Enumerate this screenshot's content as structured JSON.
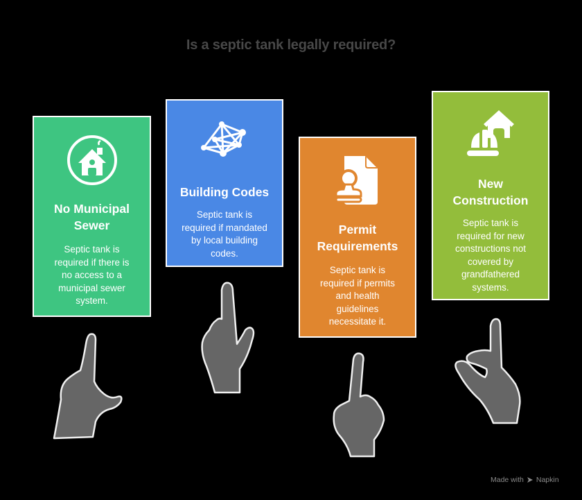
{
  "title": "Is a septic tank legally required?",
  "colors": {
    "background": "#000000",
    "title": "#484848",
    "card_border": "#ffffff",
    "hand_fill": "#666666",
    "hand_outline": "#f0f0f0"
  },
  "cards": [
    {
      "heading_line1": "No Municipal",
      "heading_line2": "Sewer",
      "desc_lines": [
        "Septic tank is",
        "required if there is",
        "no access to a",
        "municipal sewer",
        "system."
      ],
      "icon": "house-in-circle-icon",
      "color": "#3ec581"
    },
    {
      "heading_line1": "Building Codes",
      "heading_line2": "",
      "desc_lines": [
        "Septic tank is",
        "required if mandated",
        "by local building",
        "codes."
      ],
      "icon": "network-mesh-icon",
      "color": "#4a88e5"
    },
    {
      "heading_line1": "Permit",
      "heading_line2": "Requirements",
      "desc_lines": [
        "Septic tank is",
        "required if permits",
        "and health",
        "guidelines",
        "necessitate it."
      ],
      "icon": "document-stamp-icon",
      "color": "#e0862f"
    },
    {
      "heading_line1": "New",
      "heading_line2": "Construction",
      "desc_lines": [
        "Septic tank is",
        "required for new",
        "constructions not",
        "covered by",
        "grandfathered",
        "systems."
      ],
      "icon": "house-hardhat-icon",
      "color": "#93bd3b"
    }
  ],
  "footer": {
    "made_with": "Made with",
    "brand": "Napkin"
  }
}
